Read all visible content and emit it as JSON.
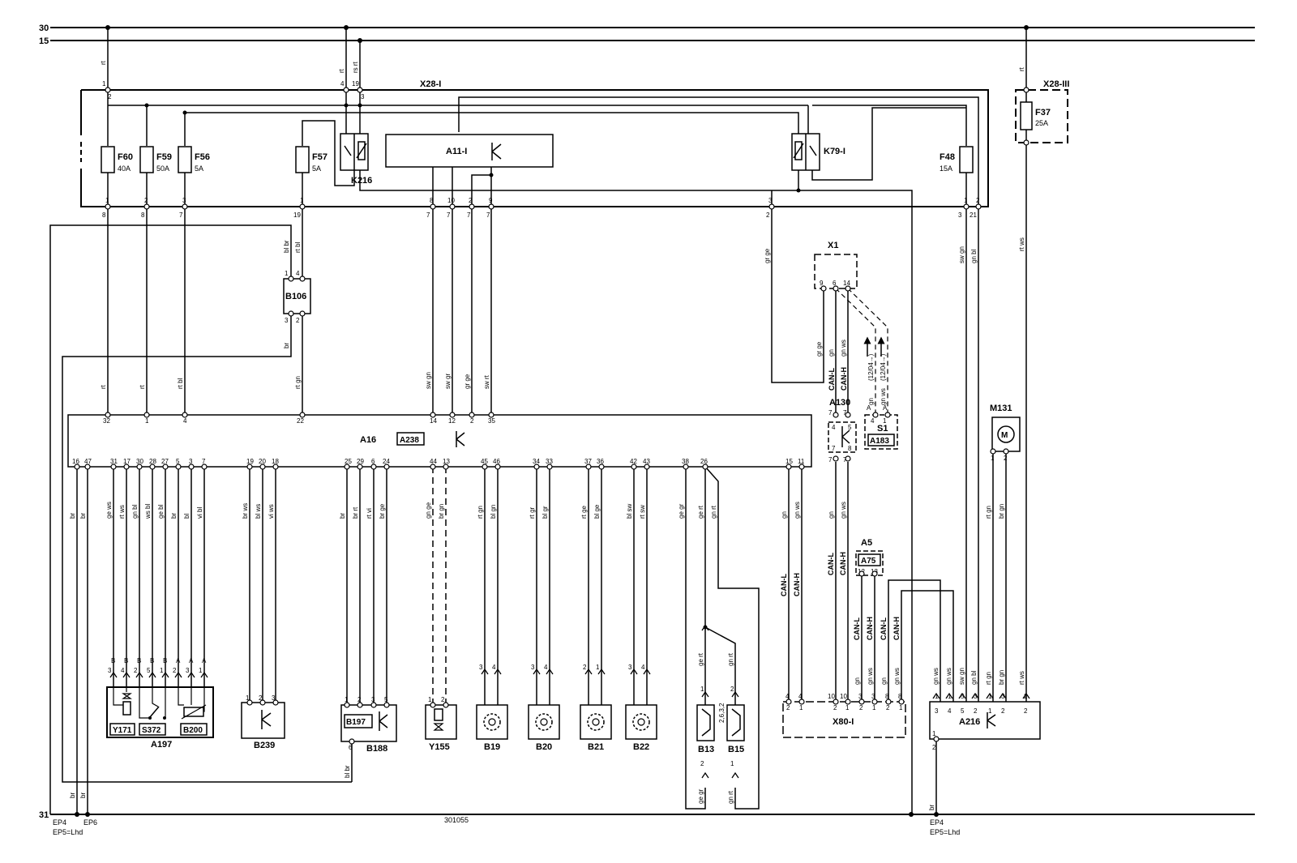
{
  "rails": {
    "r30": "30",
    "r15": "15",
    "r31": "31"
  },
  "footer": {
    "ep4": "EP4",
    "ep5": "EP5=Lhd",
    "ep6": "EP6",
    "doc_number": "301055"
  },
  "connectors": {
    "x28_1": "X28-I",
    "x28_3": "X28-III",
    "x80_1": "X80-I",
    "x1": "X1"
  },
  "modules": {
    "a11_1": "A11-I",
    "a16": "A16",
    "a238": "A238",
    "a130": "A130",
    "s1": "S1",
    "a183": "A183",
    "m131": "M131",
    "a5": "A5",
    "a75": "A75",
    "a216": "A216",
    "a197": "A197",
    "b106": "B106",
    "b239": "B239",
    "b188": "B188",
    "b197": "B197",
    "y155": "Y155",
    "y171": "Y171",
    "s372": "S372",
    "b200": "B200",
    "b19": "B19",
    "b20": "B20",
    "b21": "B21",
    "b22": "B22",
    "b13": "B13",
    "b15": "B15"
  },
  "relays": {
    "k216": "K216",
    "k79_1": "K79-I"
  },
  "fuses": [
    {
      "id": "F60",
      "rating": "40A"
    },
    {
      "id": "F59",
      "rating": "50A"
    },
    {
      "id": "F56",
      "rating": "5A"
    },
    {
      "id": "F57",
      "rating": "5A"
    },
    {
      "id": "F48",
      "rating": "15A"
    },
    {
      "id": "F37",
      "rating": "25A"
    }
  ],
  "bus_labels": {
    "can_l": "CAN-L",
    "can_h": "CAN-H"
  },
  "notes": {
    "n1": "(12/04→)",
    "n2": "(12/04→)",
    "b13_pins": "2,6,3,2"
  },
  "wire_colors": {
    "rt": "rt",
    "rs_rt": "rs rt",
    "br": "br",
    "bl_br": "bl br",
    "rt_bl": "rt bl",
    "rt_gn": "rt gn",
    "sw_gn": "sw gn",
    "sw_gr": "sw gr",
    "gr_ge": "gr ge",
    "sw_rt": "sw rt",
    "gn_bl": "gn bl",
    "rt_ws": "rt ws",
    "gn": "gn",
    "gn_ws": "gn ws",
    "ge_ws": "ge ws",
    "vi_bl": "vi bl",
    "ws_bl": "ws bl",
    "ge_bl": "ge bl",
    "bl": "bl",
    "vi_ws": "vi ws",
    "bl_ws": "bl ws",
    "br_ws": "br ws",
    "br_rt": "br rt",
    "rt_vi": "rt vi",
    "br_ge": "br ge",
    "gn_ge": "gn ge",
    "br_gn": "br gn",
    "rt_gn2": "rt gn",
    "bl_gn": "bl gn",
    "rt_gr": "rt gr",
    "bl_gr": "bl gr",
    "rt_ge": "rt ge",
    "bl_ge": "bl ge",
    "bl_sw": "bl sw",
    "rt_sw": "rt sw",
    "ge_gr": "ge gr",
    "ge_rt": "ge rt",
    "gn_rt": "gn rt"
  },
  "pins": {
    "p1": "1",
    "p2": "2",
    "p3": "3",
    "p4": "4",
    "p5": "5",
    "p6": "6",
    "p7": "7",
    "p8": "8",
    "p9": "9",
    "p10": "10",
    "p11": "11",
    "p12": "12",
    "p13": "13",
    "p14": "14",
    "p15": "15",
    "p16": "16",
    "p17": "17",
    "p18": "18",
    "p19": "19",
    "p20": "20",
    "p21": "21",
    "p22": "22",
    "p24": "24",
    "p25": "25",
    "p26": "26",
    "p27": "27",
    "p28": "28",
    "p29": "29",
    "p30": "30",
    "p31": "31",
    "p32": "32",
    "p33": "33",
    "p34": "34",
    "p35": "35",
    "p36": "36",
    "p37": "37",
    "p38": "38",
    "p42": "42",
    "p43": "43",
    "p44": "44",
    "p45": "45",
    "p46": "46",
    "p47": "47",
    "pA": "A",
    "pB": "B"
  }
}
